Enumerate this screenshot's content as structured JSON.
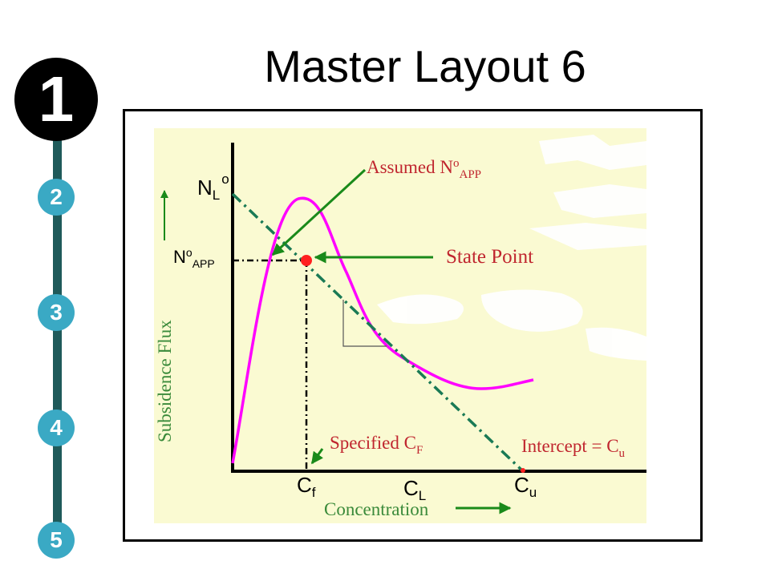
{
  "slide": {
    "title": "Master Layout 6",
    "steps": [
      "1",
      "2",
      "3",
      "4",
      "5"
    ]
  },
  "diagram": {
    "labels": {
      "nlo_main": "N",
      "nlo_sub": "L",
      "nlo_sup": "o",
      "napp_main": "N",
      "napp_sup": "o",
      "napp_sub": "APP",
      "assumed_main": "Assumed N",
      "assumed_sup": "o",
      "assumed_sub": "APP",
      "state_point": "State Point",
      "specified_main": "Specified C",
      "specified_sub": "F",
      "intercept_main": "Intercept = C",
      "intercept_sub": "u",
      "cf_main": "C",
      "cf_sub": "f",
      "cl_main": "C",
      "cl_sub": "L",
      "cu_main": "C",
      "cu_sub": "u",
      "y_axis": "Subsidence Flux",
      "x_axis": "Concentration"
    },
    "colors": {
      "background": "#fafad2",
      "curve": "#ff00ff",
      "operating_line": "#1a7a55",
      "arrows": "#1a8a1a",
      "annotation_text": "#c0262f",
      "state_point": "#ff2020",
      "axis_label": "#3a8a3a"
    }
  }
}
